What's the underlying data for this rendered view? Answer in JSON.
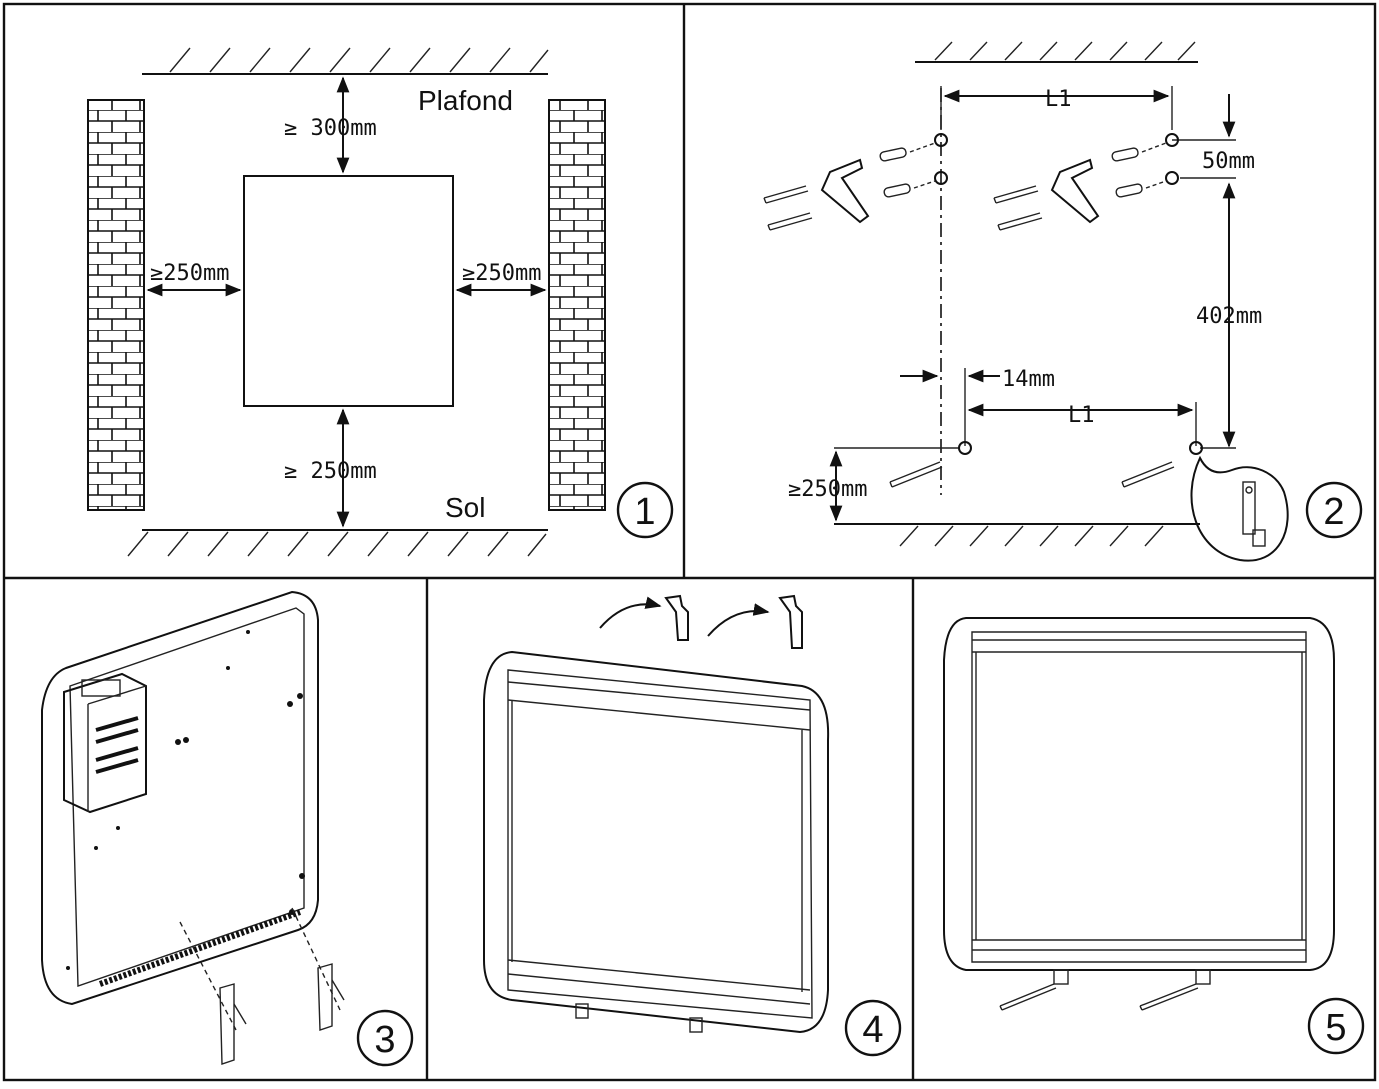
{
  "panels": {
    "p1": {
      "step": "1",
      "ceiling_label": "Plafond",
      "floor_label": "Sol",
      "top_clearance": "≥ 300mm",
      "left_clearance": "≥250mm",
      "right_clearance": "≥250mm",
      "bottom_clearance": "≥ 250mm"
    },
    "p2": {
      "step": "2",
      "top_spacing": "L1",
      "bottom_spacing": "L1",
      "top_offset": "50mm",
      "vertical_spacing": "402mm",
      "side_offset": "14mm",
      "floor_clearance": "≥250mm"
    },
    "p3": {
      "step": "3"
    },
    "p4": {
      "step": "4"
    },
    "p5": {
      "step": "5"
    }
  }
}
